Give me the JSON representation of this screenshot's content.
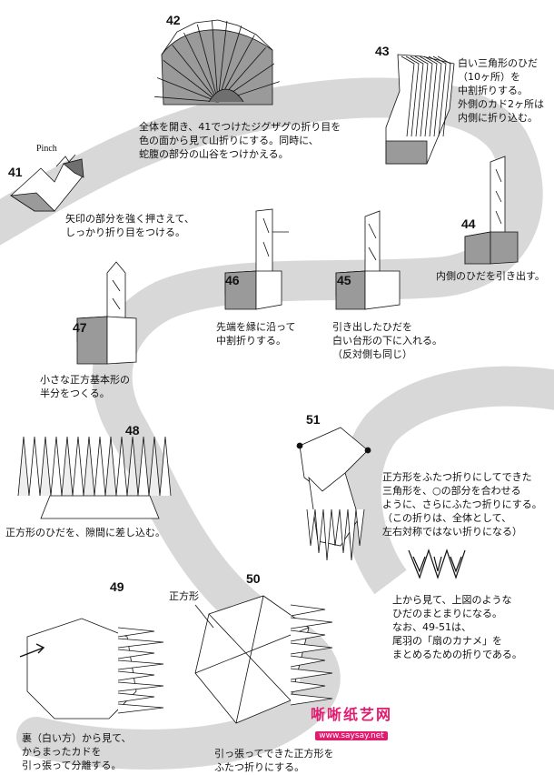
{
  "steps": [
    {
      "num": "41",
      "lines": [
        "矢印の部分を強く押さえて、",
        "しっかり折り目をつける。"
      ]
    },
    {
      "num": "42",
      "lines": [
        "全体を開き、41でつけたジグザグの折り目を",
        "色の面から見て山折りにする。同時に、",
        "蛇腹の部分の山谷をつけかえる。"
      ]
    },
    {
      "num": "43",
      "lines": [
        "白い三角形のひだ",
        "（10ヶ所）を",
        "中割折りする。",
        "外側のカド2ヶ所は",
        "内側に折り込む。"
      ]
    },
    {
      "num": "44",
      "lines": [
        "内側のひだを引き出す。"
      ]
    },
    {
      "num": "45",
      "lines": [
        "引き出したひだを",
        "白い台形の下に入れる。",
        "（反対側も同じ）"
      ]
    },
    {
      "num": "46",
      "lines": [
        "先端を縁に沿って",
        "中割折りする。"
      ]
    },
    {
      "num": "47",
      "lines": [
        "小さな正方基本形の",
        "半分をつくる。"
      ]
    },
    {
      "num": "48",
      "lines": [
        "正方形のひだを、隙間に差し込む。"
      ]
    },
    {
      "num": "49",
      "lines": [
        "裏（白い方）から見て、",
        "からまったカドを",
        "引っ張って分離する。"
      ]
    },
    {
      "num": "50",
      "lines": [
        "引っ張ってできた正方形を",
        "ふたつ折りにする。"
      ]
    },
    {
      "num": "51",
      "lines": [
        "正方形をふたつ折りにしてできた",
        "三角形を、○の部分を合わせる",
        "ように、さらにふたつ折りにする。",
        "（この折りは、全体として、",
        "左右対称ではない折りになる）"
      ]
    }
  ],
  "notes": {
    "pinch": "Pinch",
    "square_label": "正方形",
    "zigzag_lines": [
      "上から見て、上図のような",
      "ひだのまとまりになる。",
      "なお、49-51は、",
      "尾羽の「扇のカナメ」を",
      "まとめるための折りである。"
    ]
  },
  "watermark": {
    "text": "唽唽纸艺网",
    "url": "www.saysay.net"
  },
  "colors": {
    "band": "#d8d8d8",
    "gray": "#9a9a9a",
    "dark": "#6f6f6f",
    "accent": "#e21b6e"
  }
}
